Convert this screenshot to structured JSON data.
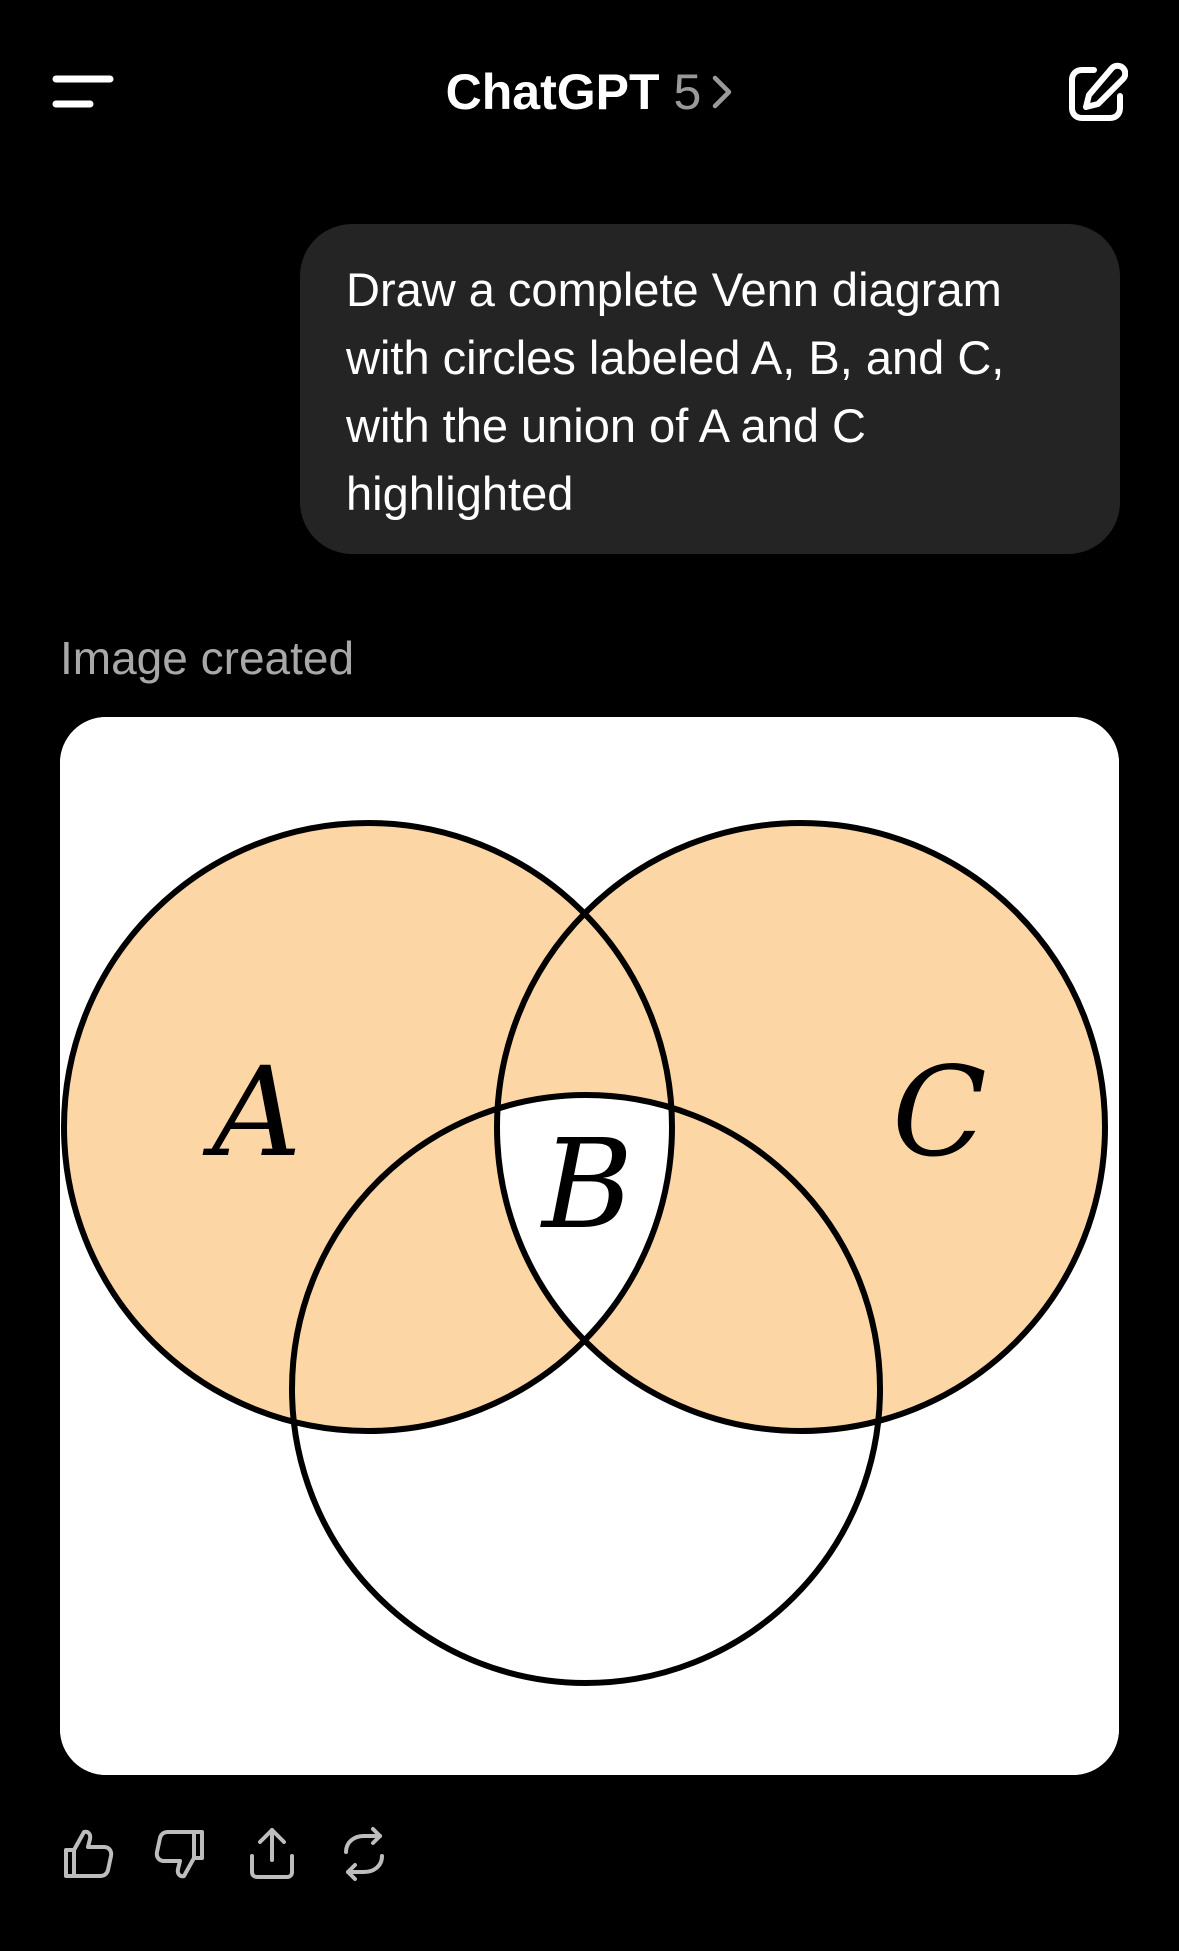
{
  "header": {
    "brand": "ChatGPT",
    "model": "5",
    "menu_icon": "menu-icon",
    "chevron_icon": "chevron-right-icon",
    "new_chat_icon": "edit-icon"
  },
  "conversation": {
    "user_message": "Draw a complete Venn diagram with circles labeled A, B, and C, with the union of A and C highlighted",
    "assistant_status": "Image created"
  },
  "generated_image": {
    "labels": {
      "a": "A",
      "b": "B",
      "c": "C"
    },
    "colors": {
      "highlight": "#FDD6A5",
      "background": "#FFFFFF",
      "stroke": "#000000"
    }
  },
  "actions": {
    "like_icon": "thumbs-up-icon",
    "dislike_icon": "thumbs-down-icon",
    "share_icon": "share-icon",
    "regenerate_icon": "regenerate-icon"
  },
  "theme": {
    "background": "#000000",
    "bubble": "#242424",
    "muted_text": "#A8A8A8"
  }
}
